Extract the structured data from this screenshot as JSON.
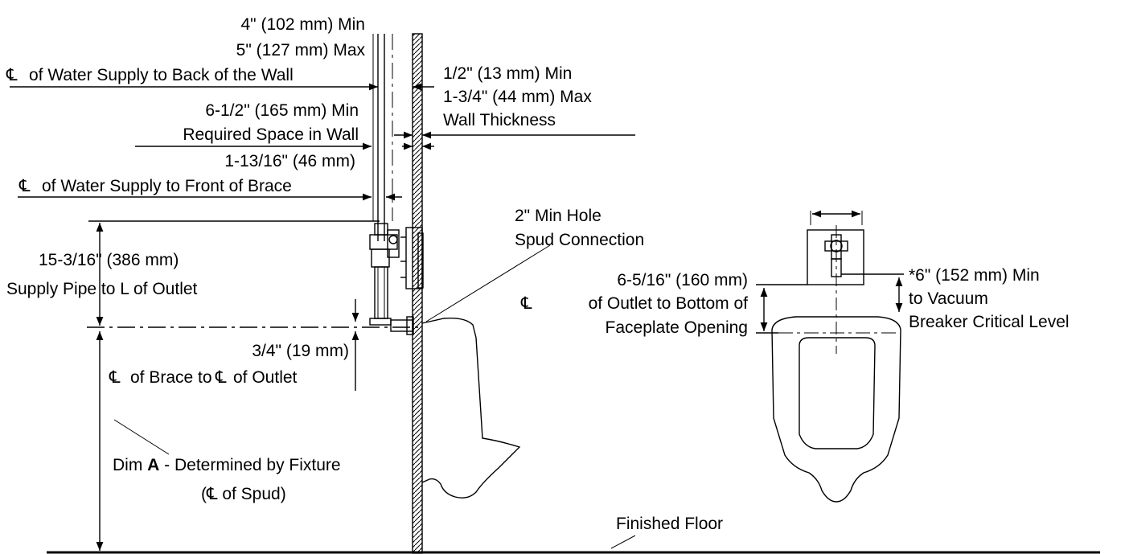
{
  "labels": {
    "back_min": "4\" (102 mm) Min",
    "back_max": "5\" (127 mm) Max",
    "back_desc": "of Water Supply to Back of the Wall",
    "wall_min": "1/2\" (13 mm) Min",
    "wall_max": "1-3/4\" (44 mm) Max",
    "wall_desc": "Wall Thickness",
    "space_min": "6-1/2\" (165 mm) Min",
    "space_desc": "Required Space in Wall",
    "brace_val": "1-13/16\" (46 mm)",
    "brace_desc": "of Water Supply to Front of Brace",
    "hole_1": "2\" Min Hole",
    "hole_2": "Spud Connection",
    "supply_val": "15-3/16\" (386 mm)",
    "supply_desc": "Supply Pipe to L of Outlet",
    "outlet_val": "3/4\" (19 mm)",
    "outlet_desc_a": "of Brace to",
    "outlet_desc_b": "of Outlet",
    "dim_a_pre": "Dim ",
    "dim_a_bold": "A",
    "dim_a_post": " - Determined by Fixture",
    "spud_pre": "(",
    "spud_post": " of Spud)",
    "faceplate_val": "6-5/16\" (160 mm)",
    "faceplate_desc1": "of Outlet to Bottom of",
    "faceplate_desc2": "Faceplate Opening",
    "vacuum_1": "*6\" (152 mm) Min",
    "vacuum_2": "to Vacuum",
    "vacuum_3": "Breaker Critical Level",
    "floor": "Finished Floor",
    "centerline_symbol": "℄"
  }
}
